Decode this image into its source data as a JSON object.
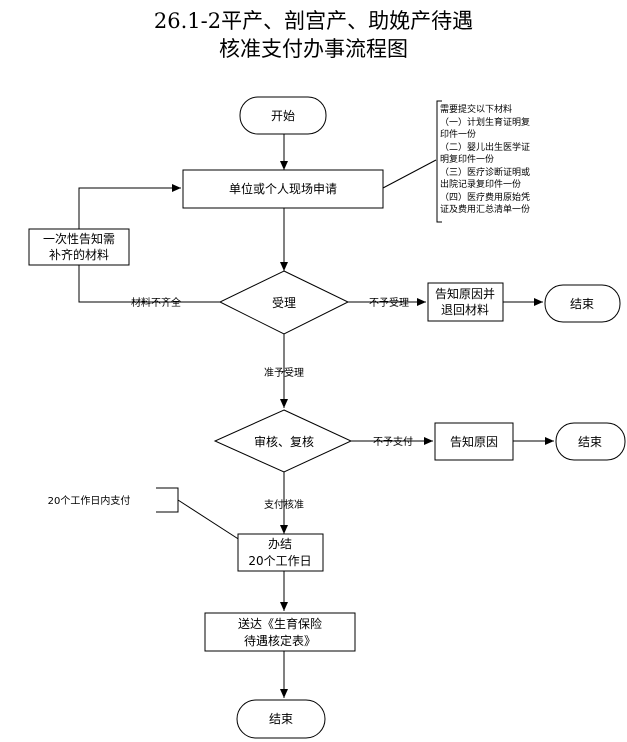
{
  "title": {
    "line1": "26.1-2平产、剖宫产、助娩产待遇",
    "line2": "核准支付办事流程图"
  },
  "nodes": {
    "start": "开始",
    "apply": "单位或个人现场申请",
    "materials_note": {
      "heading": "需要提交以下材料",
      "items": [
        "（一）计划生育证明复",
        "印件一份",
        "（二）婴儿出生医学证",
        "明复印件一份",
        "（三）医疗诊断证明或",
        "出院记录复印件一份",
        "（四）医疗费用原始凭",
        "证及费用汇总清单一份"
      ]
    },
    "notify_supplement": [
      "一次性告知需",
      "补齐的材料"
    ],
    "accept": "受理",
    "reject_notice": [
      "告知原因并",
      "退回材料"
    ],
    "end1": "结束",
    "review": "审核、复核",
    "reason_notice": "告知原因",
    "end2": "结束",
    "complete": [
      "办结",
      "20个工作日"
    ],
    "deadline_note": "20个工作日内支付",
    "deliver": [
      "送达《生育保险",
      "待遇核定表》"
    ],
    "end3": "结束"
  },
  "edges": {
    "materials_incomplete": "材料不齐全",
    "not_accepted": "不予受理",
    "accepted": "准予受理",
    "not_paid": "不予支付",
    "payment_approved": "支付核准"
  }
}
